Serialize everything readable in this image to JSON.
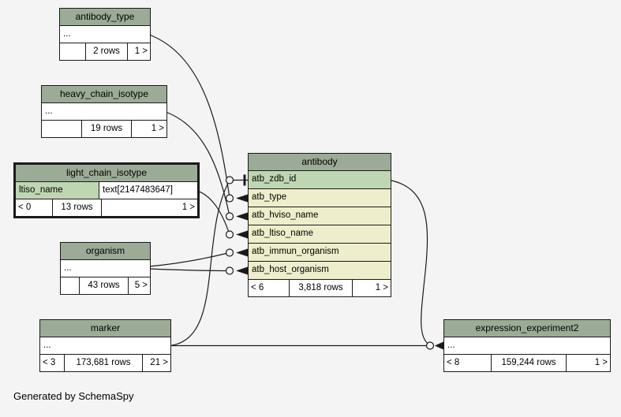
{
  "page": {
    "generated_note": "Generated by SchemaSpy",
    "background_color": "#f4f4f4"
  },
  "colors": {
    "table_header_bg": "#9bab96",
    "key_column_bg": "#bed7b2",
    "column_bg": "#eeeecc",
    "cell_bg": "#ffffff",
    "edge": "#1a1a1a"
  },
  "tables": [
    {
      "name": "antibody_type",
      "elision": "...",
      "footer": {
        "parents": "",
        "rows": "2 rows",
        "children": "1 >"
      }
    },
    {
      "name": "heavy_chain_isotype",
      "elision": "...",
      "footer": {
        "parents": "",
        "rows": "19 rows",
        "children": "1 >"
      }
    },
    {
      "name": "light_chain_isotype",
      "highlighted": true,
      "columns": [
        {
          "name": "ltiso_name",
          "type": "text[2147483647]"
        }
      ],
      "footer": {
        "parents": "< 0",
        "rows": "13 rows",
        "children": "1 >"
      }
    },
    {
      "name": "organism",
      "elision": "...",
      "footer": {
        "parents": "",
        "rows": "43 rows",
        "children": "5 >"
      }
    },
    {
      "name": "marker",
      "elision": "...",
      "footer": {
        "parents": "< 3",
        "rows": "173,681 rows",
        "children": "21 >"
      }
    },
    {
      "name": "antibody",
      "columns": [
        "atb_zdb_id",
        "atb_type",
        "atb_hviso_name",
        "atb_ltiso_name",
        "atb_immun_organism",
        "atb_host_organism"
      ],
      "key_column": "atb_zdb_id",
      "footer": {
        "parents": "< 6",
        "rows": "3,818 rows",
        "children": "1 >"
      }
    },
    {
      "name": "expression_experiment2",
      "elision": "...",
      "footer": {
        "parents": "< 8",
        "rows": "159,244 rows",
        "children": "1 >"
      }
    }
  ],
  "relationships": [
    {
      "from": "antibody_type",
      "to": "antibody.atb_type",
      "end_marker": "odot-crow"
    },
    {
      "from": "heavy_chain_isotype",
      "to": "antibody.atb_hviso_name",
      "end_marker": "odot-crow"
    },
    {
      "from": "light_chain_isotype.ltiso_name",
      "to": "antibody.atb_ltiso_name",
      "end_marker": "odot-crow"
    },
    {
      "from": "organism",
      "to": "antibody.atb_immun_organism",
      "end_marker": "odot-crow"
    },
    {
      "from": "organism",
      "to": "antibody.atb_host_organism",
      "end_marker": "odot-crow"
    },
    {
      "from": "marker",
      "to": "antibody.atb_zdb_id",
      "end_marker": "odot-tee"
    },
    {
      "from": "antibody.atb_zdb_id",
      "to": "expression_experiment2",
      "end_marker": "odot-crow"
    },
    {
      "from": "marker",
      "to": "expression_experiment2",
      "end_marker": "odot-crow"
    }
  ]
}
